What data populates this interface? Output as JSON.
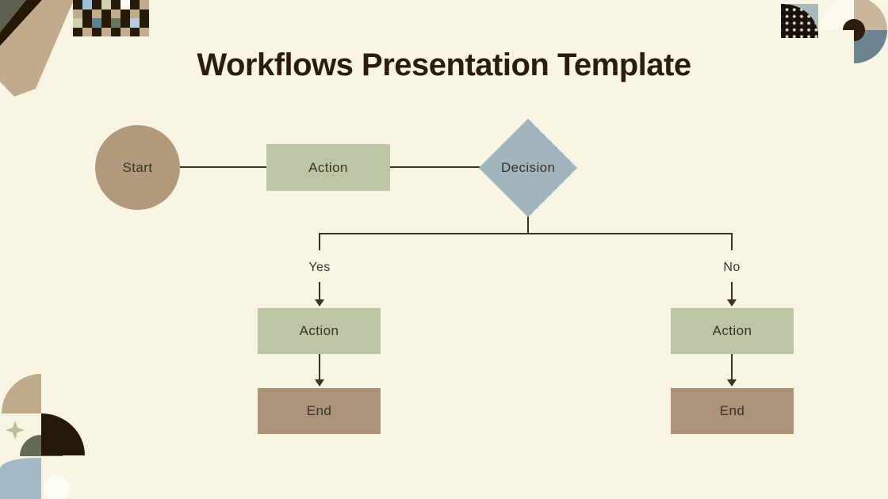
{
  "title": "Workflows Presentation Template",
  "flowchart": {
    "start": "Start",
    "action_1": "Action",
    "decision": "Decision",
    "branch_yes": "Yes",
    "branch_no": "No",
    "action_yes": "Action",
    "action_no": "Action",
    "end_yes": "End",
    "end_no": "End"
  },
  "colors": {
    "background": "#f7f4e4",
    "title_text": "#2b1d0e",
    "node_text": "#3a3426",
    "line": "#3a3222",
    "start_fill": "#b2997b",
    "action_fill": "#bdc6a3",
    "decision_fill": "#a2b4bd",
    "end_fill": "#ac9278",
    "stripe_olive": "#5d6150",
    "stripe_dark": "#261808",
    "stripe_tan": "#c2ab8d",
    "dot_square_bg": "#19130b",
    "dot_square_corner": "#aab9bd",
    "dot_color": "#d8d4c5",
    "pie_white": "#fcf9ee",
    "pie_tan": "#cab79b",
    "pie_slate": "#6b8290",
    "pie_brown": "#2e1c0c",
    "bl_tan": "#c0aa8c",
    "bl_brown": "#261809",
    "bl_olive": "#646c58",
    "bl_blue": "#a3bac6",
    "bl_white": "#fdfcf2",
    "sparkle": "#b9c195"
  },
  "decor": {
    "checkerboard_palette": {
      "d": "#261a0b",
      "t": "#c3ac8e",
      "b": "#a5bfd6",
      "s": "#ccd2b2",
      "w": "#fbfaf1",
      "sl": "#5f7d8c",
      "o": "#6a7260",
      "lb": "#b3cbdd"
    },
    "checkerboard_rows": [
      [
        "d",
        "b",
        "d",
        "s",
        "d",
        "w",
        "d",
        "t"
      ],
      [
        "t",
        "d",
        "t",
        "d",
        "t",
        "d",
        "t",
        "d"
      ],
      [
        "s",
        "d",
        "sl",
        "d",
        "o",
        "d",
        "lb",
        "d"
      ],
      [
        "d",
        "t",
        "d",
        "t",
        "d",
        "t",
        "d",
        "t"
      ]
    ]
  }
}
